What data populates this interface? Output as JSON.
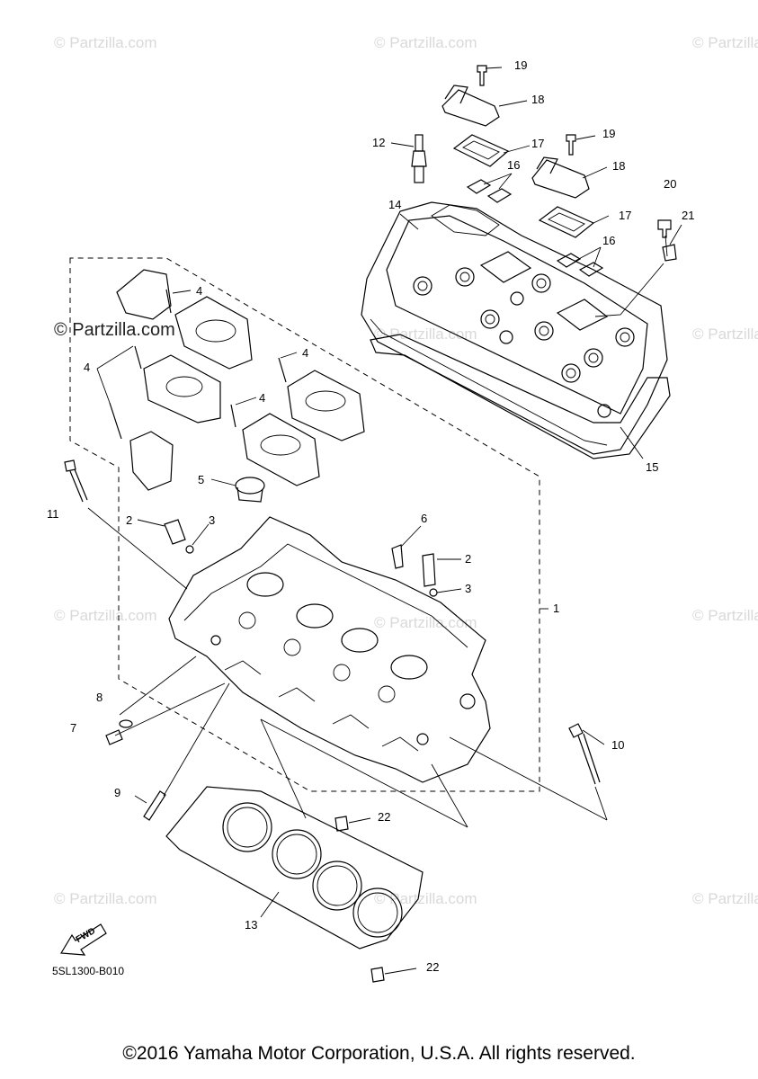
{
  "watermark": "© Partzilla.com",
  "diagram_code": "5SL1300-B010",
  "fwd_label": "FWD",
  "copyright": "©2016 Yamaha Motor Corporation, U.S.A. All rights reserved.",
  "callouts": {
    "c1": "1",
    "c2a": "2",
    "c2b": "2",
    "c3a": "3",
    "c3b": "3",
    "c4a": "4",
    "c4b": "4",
    "c4c": "4",
    "c4d": "4",
    "c5": "5",
    "c6": "6",
    "c7": "7",
    "c8": "8",
    "c9": "9",
    "c10": "10",
    "c11": "11",
    "c12": "12",
    "c13": "13",
    "c14": "14",
    "c15": "15",
    "c16a": "16",
    "c16b": "16",
    "c17a": "17",
    "c17b": "17",
    "c18a": "18",
    "c18b": "18",
    "c19a": "19",
    "c19b": "19",
    "c20": "20",
    "c21": "21",
    "c22a": "22",
    "c22b": "22"
  }
}
